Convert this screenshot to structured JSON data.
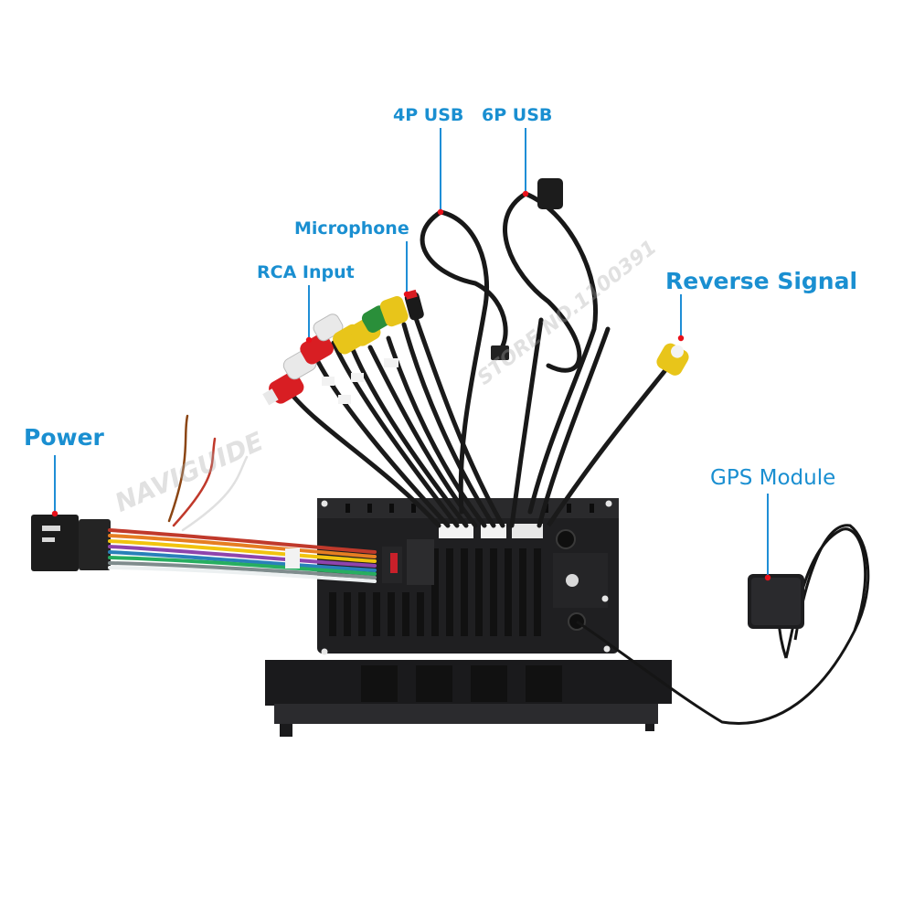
{
  "labels": {
    "power": "Power",
    "rca_input": "RCA Input",
    "microphone": "Microphone",
    "usb_4p": "4P USB",
    "usb_6p": "6P USB",
    "reverse_signal": "Reverse Signal",
    "gps_module": "GPS Module"
  },
  "watermark": {
    "brand": "NAVIGUIDE",
    "store": "STORE NO.1100391"
  },
  "colors": {
    "label_blue": "#1a8fd1",
    "leader_blue": "#1f8ed6",
    "callout_dot": "#e8101a",
    "unit_body": "#1e1e20",
    "cable_black": "#1a1a1a",
    "rca_red": "#d81e23",
    "rca_white": "#e9e9e9",
    "rca_yellow": "#e8c51a",
    "rca_green": "#2a8f3a"
  }
}
